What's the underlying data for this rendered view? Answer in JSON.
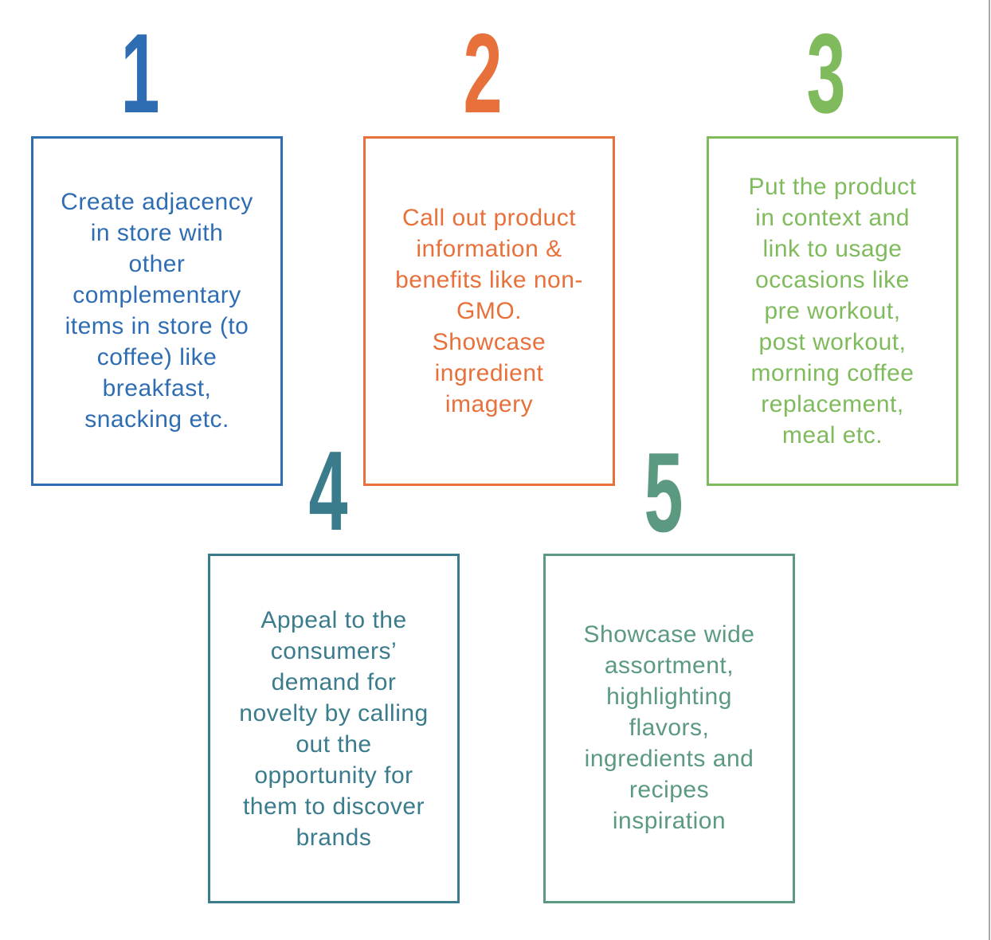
{
  "colors": {
    "step1": "#2f6db3",
    "step2": "#e8703a",
    "step3": "#7fbb5c",
    "step4": "#3a7b8c",
    "step5": "#5b9a80"
  },
  "steps": [
    {
      "number": "1",
      "text": "Create adjacency\nin store with\nother\ncomplementary\nitems in store (to\ncoffee) like\nbreakfast,\nsnacking etc."
    },
    {
      "number": "2",
      "text": "Call out product\ninformation &\nbenefits like non-\nGMO.\nShowcase\ningredient\nimagery"
    },
    {
      "number": "3",
      "text": "Put the product\nin context and\nlink to usage\noccasions like\npre workout,\npost workout,\nmorning coffee\nreplacement,\nmeal etc."
    },
    {
      "number": "4",
      "text": "Appeal to the\nconsumers’\ndemand for\nnovelty by calling\nout the\nopportunity for\nthem to discover\nbrands"
    },
    {
      "number": "5",
      "text": "Showcase wide\nassortment,\nhighlighting\nflavors,\ningredients and\nrecipes\ninspiration"
    }
  ]
}
